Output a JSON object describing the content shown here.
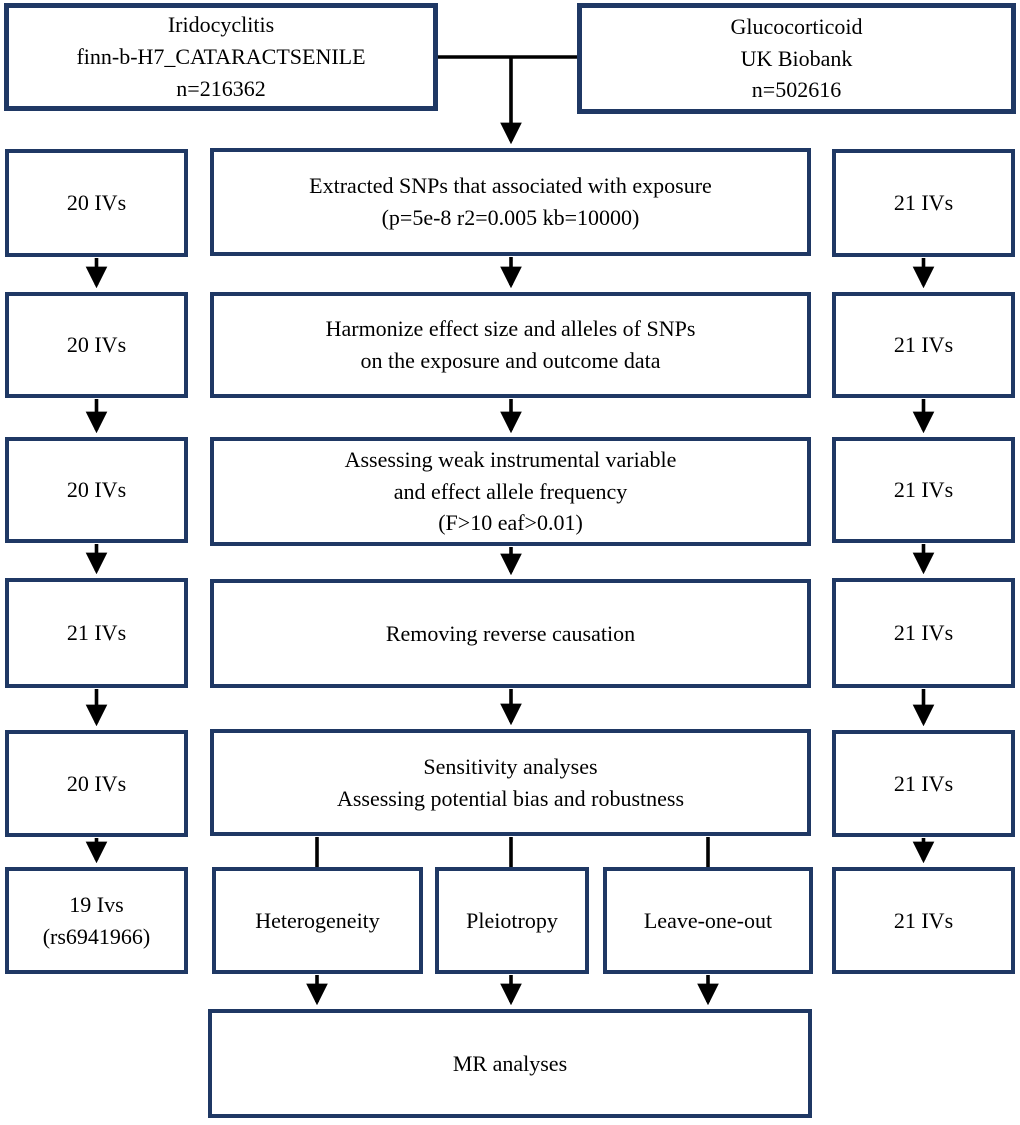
{
  "flowchart": {
    "colors": {
      "box_border": "#1f3864",
      "connector": "#000000",
      "text": "#000000",
      "background": "#ffffff"
    },
    "sources": {
      "exposure": {
        "lines": [
          "Iridocyclitis",
          "finn-b-H7_CATARACTSENILE",
          "n=216362"
        ]
      },
      "outcome": {
        "lines": [
          "Glucocorticoid",
          "UK Biobank",
          "n=502616"
        ]
      }
    },
    "left_column": [
      {
        "lines": [
          "20 IVs"
        ]
      },
      {
        "lines": [
          "20 IVs"
        ]
      },
      {
        "lines": [
          "20 IVs"
        ]
      },
      {
        "lines": [
          "21 IVs"
        ]
      },
      {
        "lines": [
          "20 IVs"
        ]
      },
      {
        "lines": [
          "19 Ivs",
          "(rs6941966)"
        ]
      }
    ],
    "right_column": [
      {
        "lines": [
          "21 IVs"
        ]
      },
      {
        "lines": [
          "21 IVs"
        ]
      },
      {
        "lines": [
          "21 IVs"
        ]
      },
      {
        "lines": [
          "21 IVs"
        ]
      },
      {
        "lines": [
          "21 IVs"
        ]
      },
      {
        "lines": [
          "21 IVs"
        ]
      }
    ],
    "steps": [
      {
        "lines": [
          "Extracted SNPs that associated with exposure",
          "(p=5e-8 r2=0.005 kb=10000)"
        ]
      },
      {
        "lines": [
          "Harmonize effect size and alleles of SNPs",
          "on the exposure and outcome data"
        ]
      },
      {
        "lines": [
          "Assessing weak instrumental variable",
          "and effect allele frequency",
          "(F>10 eaf>0.01)"
        ]
      },
      {
        "lines": [
          "Removing reverse causation"
        ]
      },
      {
        "lines": [
          "Sensitivity analyses",
          "Assessing potential bias and robustness"
        ]
      }
    ],
    "sensitivity_tests": [
      {
        "label": "Heterogeneity"
      },
      {
        "label": "Pleiotropy"
      },
      {
        "label": "Leave-one-out"
      }
    ],
    "final": {
      "label": "MR analyses"
    }
  }
}
